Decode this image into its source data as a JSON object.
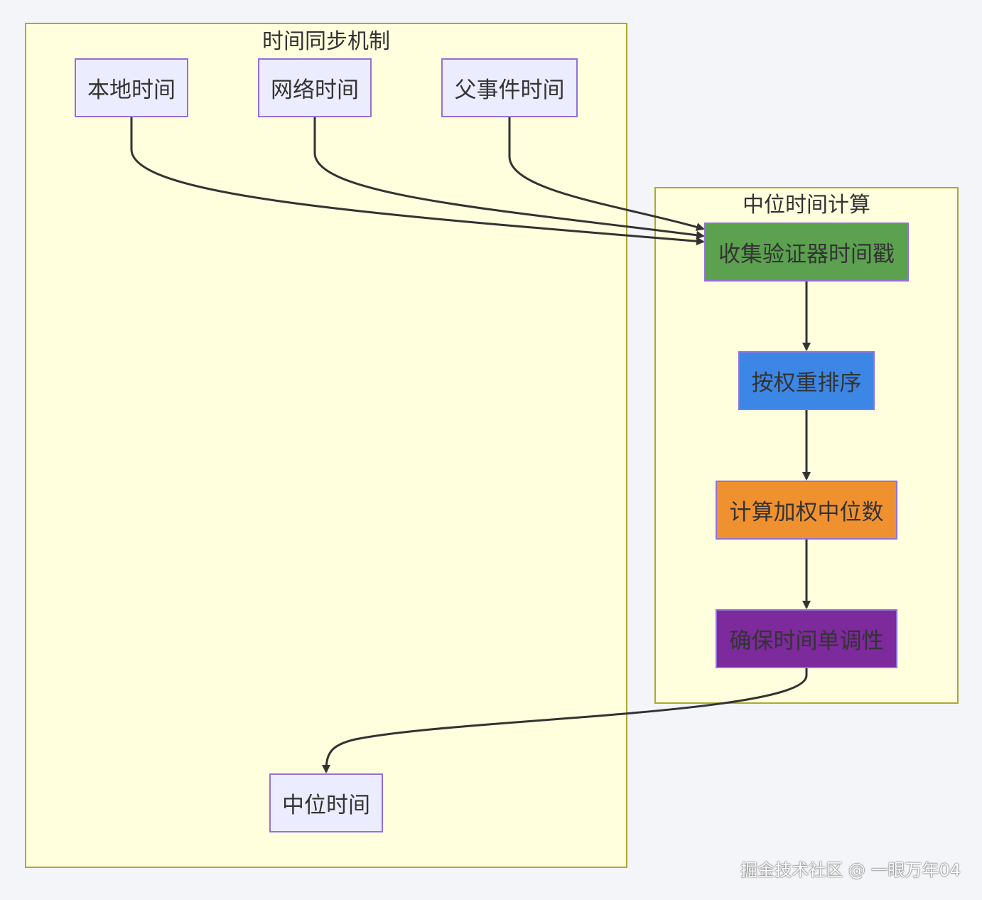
{
  "clusters": {
    "sync": {
      "title": "时间同步机制"
    },
    "median": {
      "title": "中位时间计算"
    }
  },
  "nodes": {
    "local_time": {
      "label": "本地时间"
    },
    "network_time": {
      "label": "网络时间"
    },
    "parent_event_time": {
      "label": "父事件时间"
    },
    "collect_timestamps": {
      "label": "收集验证器时间戳",
      "color": "#5ba14f"
    },
    "weight_sort": {
      "label": "按权重排序",
      "color": "#3c87e6"
    },
    "weighted_median": {
      "label": "计算加权中位数",
      "color": "#f09130"
    },
    "monotonic": {
      "label": "确保时间单调性",
      "color": "#7d2a9c"
    },
    "median_time": {
      "label": "中位时间"
    }
  },
  "watermark": "掘金技术社区 @ 一眼万年04"
}
